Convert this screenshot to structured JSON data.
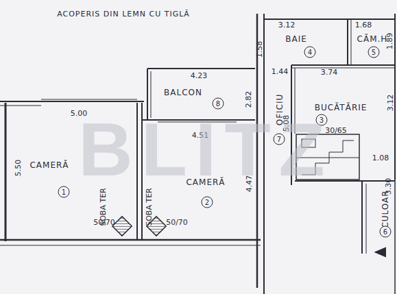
{
  "diagram": {
    "nodes": [
      {
        "text": [
          "BAIE",
          "4"
        ]
      },
      {
        "text": [
          "CĂM.H",
          "5"
        ]
      },
      {
        "text": [
          "BALCON",
          "8"
        ]
      },
      {
        "text": [
          "OFICIU",
          "7"
        ]
      },
      {
        "text": [
          "BUCĂTĂRIE",
          "3"
        ]
      },
      {
        "text": [
          "CAMERĂ",
          "1"
        ]
      },
      {
        "text": [
          "CAMERĂ",
          "2"
        ]
      },
      {
        "text": [
          "CULOAR",
          "6"
        ]
      }
    ],
    "labels": [
      "ACOPERIS DIN LEMN CU TIGLĂ",
      "3.12",
      "1.68",
      "1.89",
      "1.58",
      "4.23",
      "1.44",
      "3.74",
      "2.82",
      "5.00",
      "4.51",
      "5.08",
      "3.12",
      "30/65",
      "5.50",
      "4.47",
      "1.08",
      "3.30",
      "SOBA TER",
      "50/70",
      "SOBA TER",
      "50/70",
      "BLITZ"
    ]
  }
}
